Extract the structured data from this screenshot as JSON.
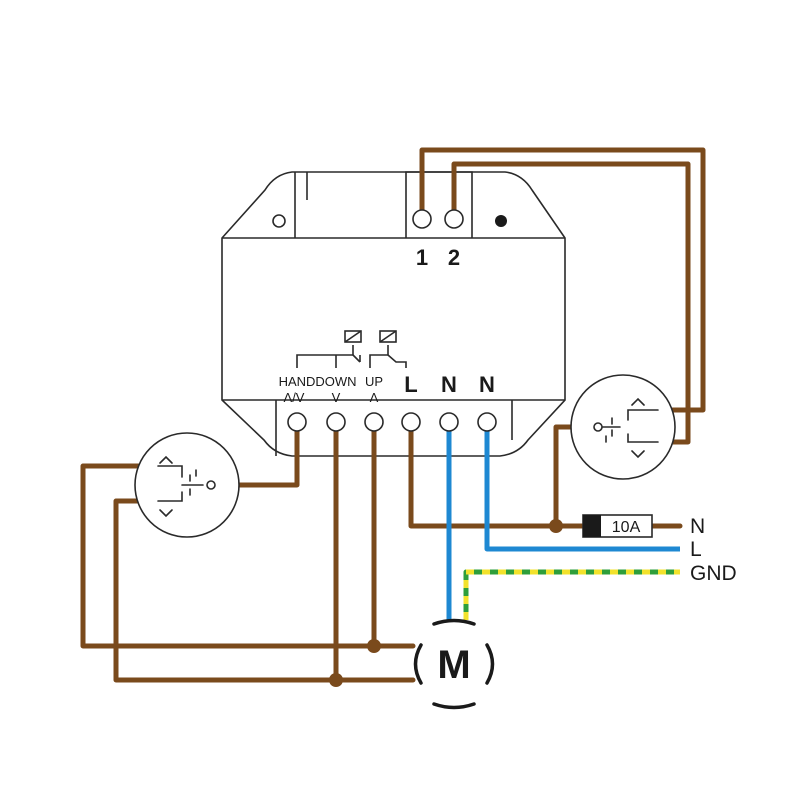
{
  "device": {
    "top_terminals": [
      "1",
      "2"
    ],
    "bottom_terminals": [
      {
        "name": "hand-vv",
        "label": "HAND",
        "sub": "Λ/V"
      },
      {
        "name": "down",
        "label": "DOWN",
        "sub": "V"
      },
      {
        "name": "up",
        "label": "UP",
        "sub": "Λ"
      },
      {
        "name": "l",
        "label": "L",
        "sub": ""
      },
      {
        "name": "n1",
        "label": "N",
        "sub": ""
      },
      {
        "name": "n2",
        "label": "N",
        "sub": ""
      }
    ]
  },
  "supply": {
    "fuse": "10A",
    "lines": [
      "N",
      "L",
      "GND"
    ]
  },
  "motor": {
    "label": "M"
  },
  "colors": {
    "brown": "#7a4a1c",
    "blue": "#1e88d2",
    "earth_green": "#2e9e3a",
    "earth_yellow": "#f2e22c",
    "outline": "#2a2a2a"
  }
}
